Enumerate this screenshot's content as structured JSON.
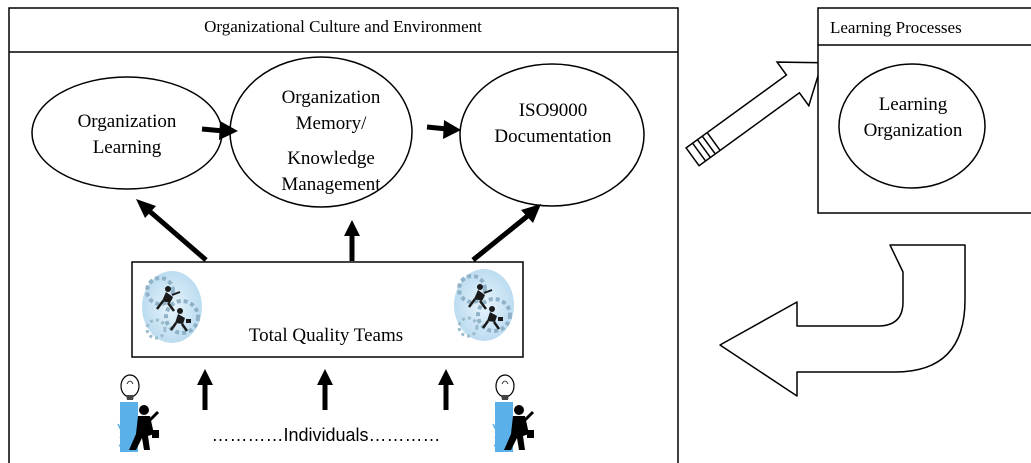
{
  "culture_box": {
    "title": "Organizational  Culture  and  Environment"
  },
  "learning_box": {
    "title": "Learning Processes"
  },
  "nodes": {
    "org_learning": [
      "Organization",
      "Learning"
    ],
    "org_memory": [
      "Organization",
      "Memory/",
      "Knowledge",
      "Management"
    ],
    "iso9000": [
      "ISO9000",
      "Documentation"
    ],
    "learning_org": [
      "Learning",
      "Organization"
    ]
  },
  "teams": {
    "label": "Total Quality Teams"
  },
  "individuals": {
    "label": "…………Individuals…………"
  },
  "icons": [
    "gears-teamwork-icon",
    "lightbulb-person-icon",
    "hollow-arrow-icon",
    "u-turn-arrow-icon"
  ]
}
